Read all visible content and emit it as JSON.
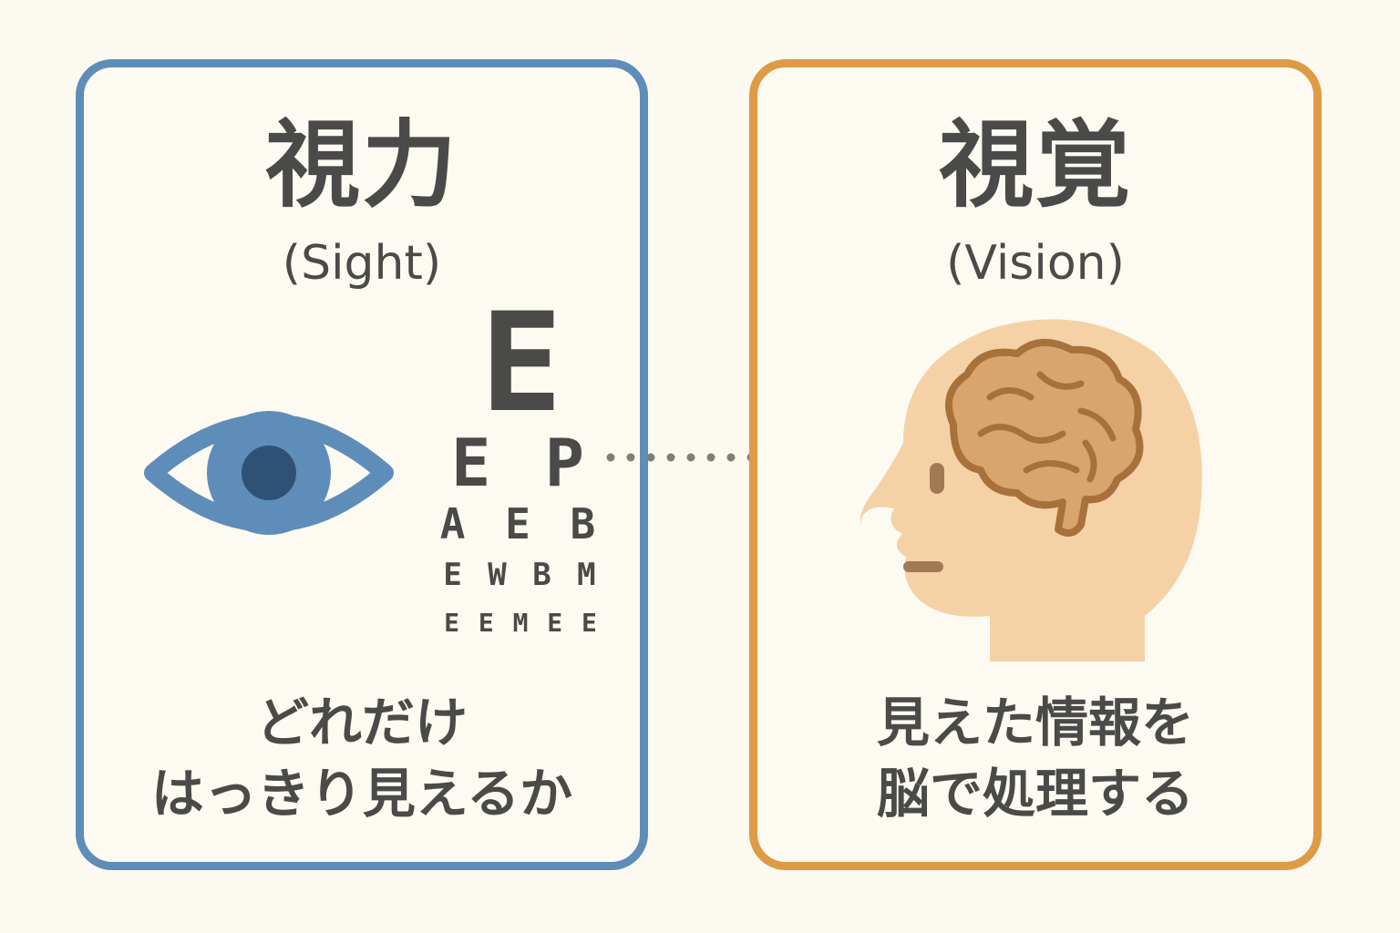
{
  "left_panel": {
    "title": "視力",
    "subtitle": "(Sight)",
    "eye_chart_rows": [
      "E",
      "E P",
      "A E B",
      "E W B M",
      "E E M E E"
    ],
    "caption_lines": [
      "どれだけ",
      "はっきり見えるか"
    ],
    "border_color": "#5f8db9"
  },
  "right_panel": {
    "title": "視覚",
    "subtitle": "(Vision)",
    "caption_lines": [
      "見えた情報を",
      "脳で処理する"
    ],
    "border_color": "#df9a46"
  },
  "icons": {
    "eye": "eye-icon",
    "arrow": "dotted-arrow-icon",
    "head": "head-with-brain-icon"
  },
  "colors": {
    "eye_blue": "#5f8db9",
    "pupil": "#2f5175",
    "head": "#f4d2a6",
    "brain": "#d8a56e",
    "brain_outline": "#a8713c"
  }
}
